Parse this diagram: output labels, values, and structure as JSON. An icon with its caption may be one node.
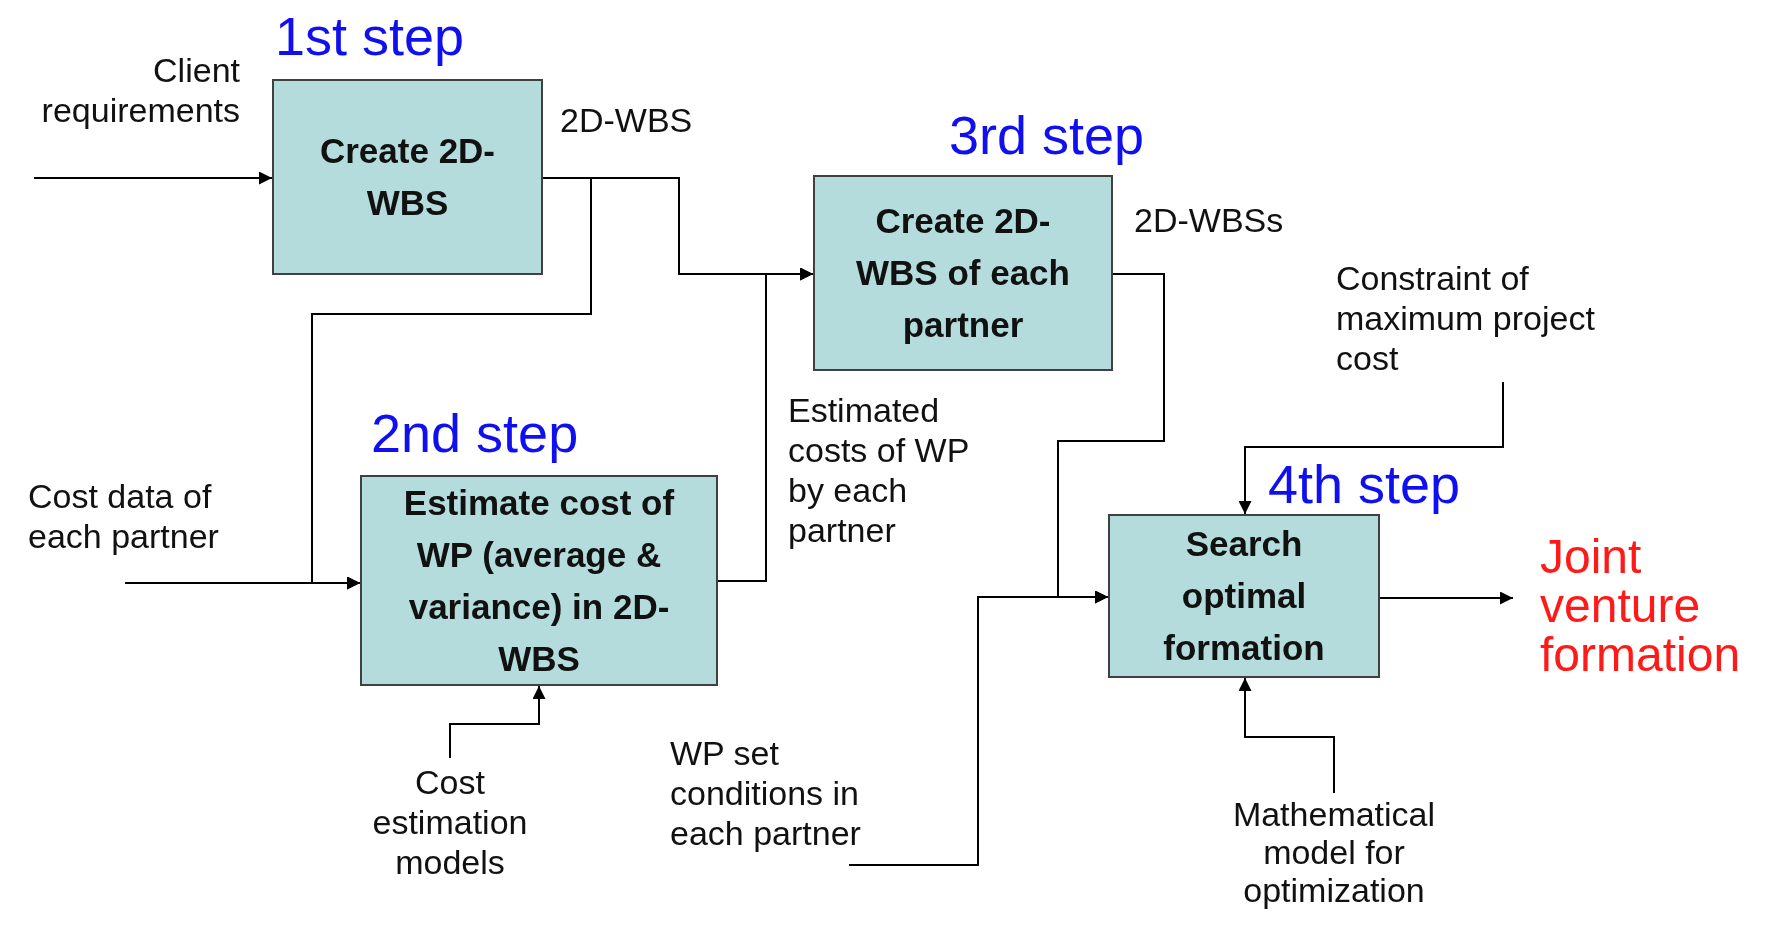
{
  "diagram": {
    "nodes": [
      {
        "text": [
          "Create 2D-WBS"
        ],
        "beside": [
          "1st step"
        ]
      },
      {
        "text": [
          "Create 2D-WBS of each partner"
        ],
        "beside": [
          "3rd step"
        ]
      },
      {
        "text": [
          "Estimate cost of WP (average & variance) in 2D-WBS"
        ],
        "beside": [
          "2nd step"
        ]
      },
      {
        "text": [
          "Search optimal formation"
        ],
        "beside": [
          "4th step"
        ]
      },
      {
        "text": [
          "Joint venture formation"
        ]
      }
    ],
    "edges": [
      {
        "from": null,
        "to": 0,
        "arrow": "to",
        "label": "Client requirements"
      },
      {
        "from": 0,
        "to": 1,
        "arrow": "to",
        "label": "2D-WBS"
      },
      {
        "from": 0,
        "to": 2,
        "arrow": "to"
      },
      {
        "from": null,
        "to": 2,
        "arrow": "to",
        "label": "Cost data of each partner"
      },
      {
        "from": null,
        "to": 2,
        "arrow": "to",
        "label": "Cost estimation models"
      },
      {
        "from": 2,
        "to": 1,
        "arrow": "to",
        "label": "Estimated costs of WP by each partner"
      },
      {
        "from": 1,
        "to": 3,
        "arrow": "to",
        "label": "2D-WBSs"
      },
      {
        "from": null,
        "to": 3,
        "arrow": "to",
        "label": "Constraint of maximum project cost"
      },
      {
        "from": null,
        "to": 3,
        "arrow": "to",
        "label": "WP set conditions in each partner"
      },
      {
        "from": null,
        "to": 3,
        "arrow": "to",
        "label": "Mathematical model for optimization"
      },
      {
        "from": 3,
        "to": 4,
        "arrow": "to"
      }
    ]
  }
}
